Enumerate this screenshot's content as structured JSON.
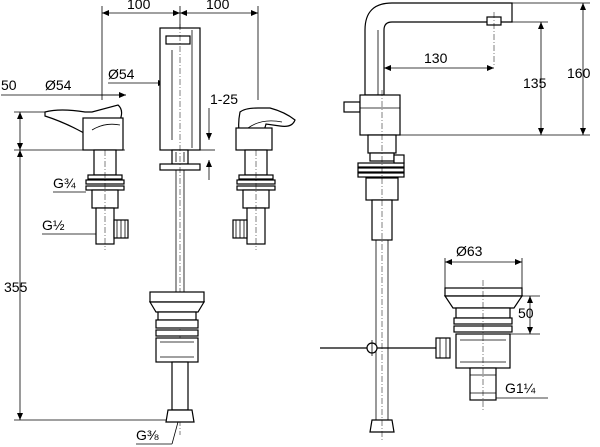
{
  "dimensions": {
    "top_left_spacing": "100",
    "top_right_spacing": "100",
    "left_50": "50",
    "dia_54_left": "Ø54",
    "dia_54_mid": "Ø54",
    "range_1_25": "1-25",
    "thread_g34": "G¾",
    "thread_g12": "G½",
    "height_355": "355",
    "thread_g38": "G⅜",
    "reach_130": "130",
    "height_135": "135",
    "height_160": "160",
    "dia_63": "Ø63",
    "waste_50": "50",
    "thread_g114": "G1¼"
  }
}
